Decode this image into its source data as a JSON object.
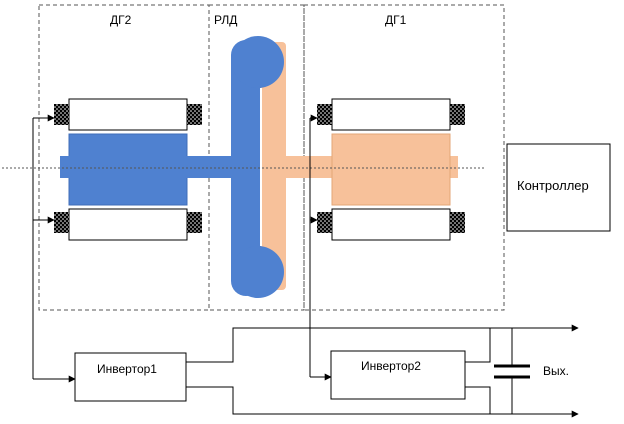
{
  "sections": {
    "dg2": "ДГ2",
    "rld": "РЛД",
    "dg1": "ДГ1"
  },
  "blocks": {
    "controller": "Контроллер",
    "inverter1": "Инвертор1",
    "inverter2": "Инвертор2"
  },
  "output_label": "Вых.",
  "colors": {
    "blue": "#4f81d0",
    "blue_dark": "#3f6db8",
    "orange": "#f7c19a",
    "black": "#000000"
  }
}
